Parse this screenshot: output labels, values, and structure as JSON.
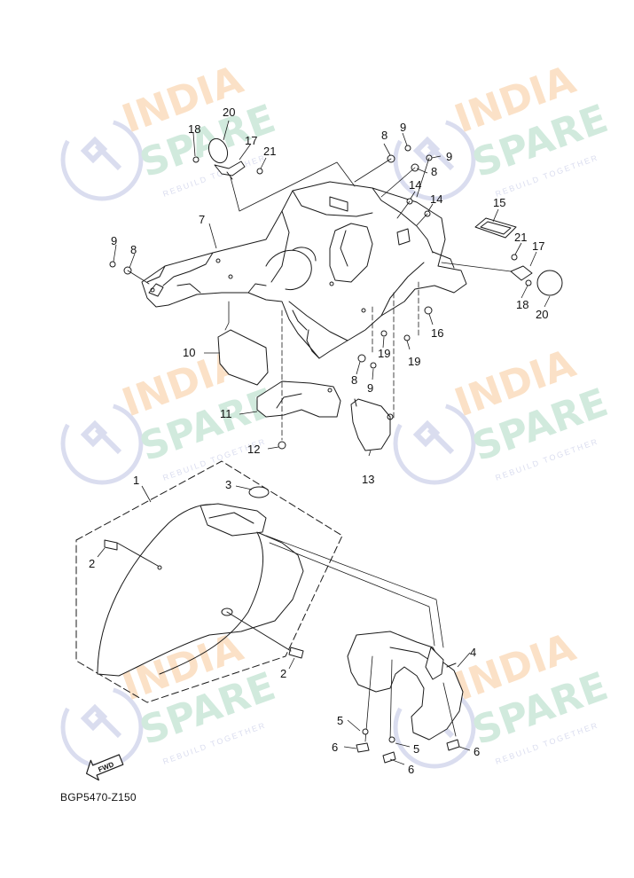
{
  "diagram": {
    "code": "BGP5470-Z150",
    "fwd_label": "FWD",
    "watermark": {
      "line1": "INDIA",
      "line2": "SPARE",
      "tagline": "REBUILD TOGETHER"
    },
    "callouts": {
      "n1": "1",
      "n2": "2",
      "n3": "3",
      "n4": "4",
      "n5": "5",
      "n6": "6",
      "n7": "7",
      "n8": "8",
      "n9": "9",
      "n10": "10",
      "n11": "11",
      "n12": "12",
      "n13": "13",
      "n14": "14",
      "n15": "15",
      "n16": "16",
      "n17": "17",
      "n18": "18",
      "n19": "19",
      "n20": "20",
      "n21": "21"
    },
    "colors": {
      "line": "#1a1a1a",
      "wm_orange": "#fbe0c4",
      "wm_green": "#cfe9dc",
      "wm_blue": "#d9dcef"
    }
  }
}
